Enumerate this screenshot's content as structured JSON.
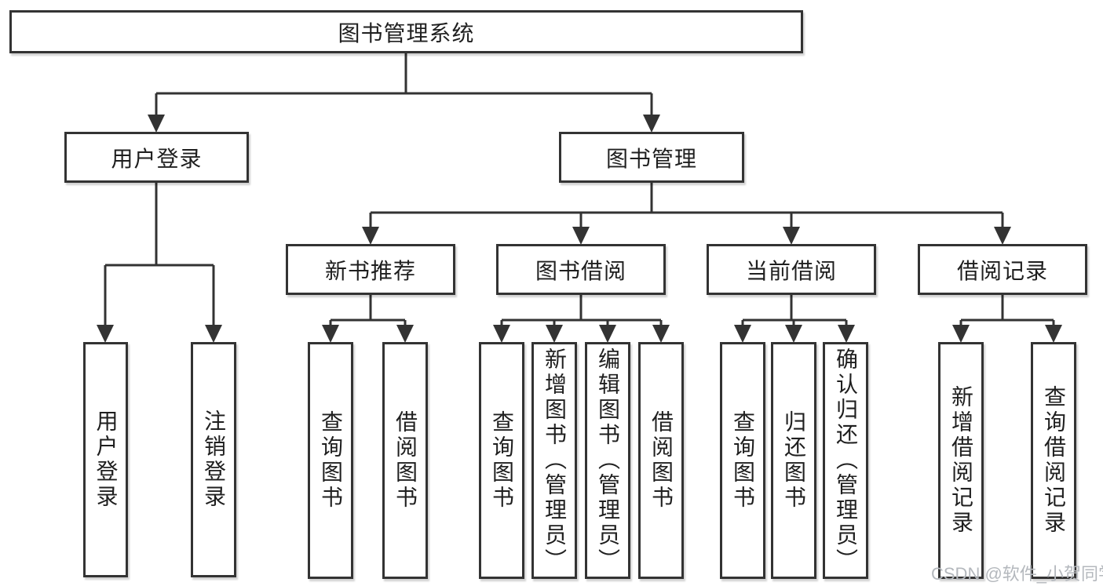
{
  "colors": {
    "line": "#333333",
    "box_border": "#333333",
    "text": "#1f1f1f",
    "background": "#ffffff",
    "watermark": "#b4b8bd"
  },
  "watermark": "CSDN @软件_小贺同学",
  "tree": {
    "root": {
      "label": "图书管理系统",
      "children": [
        {
          "label": "用户登录",
          "children": [
            {
              "label": "用户登录"
            },
            {
              "label": "注销登录"
            }
          ]
        },
        {
          "label": "图书管理",
          "children": [
            {
              "label": "新书推荐",
              "children": [
                {
                  "label": "查询图书"
                },
                {
                  "label": "借阅图书"
                }
              ]
            },
            {
              "label": "图书借阅",
              "children": [
                {
                  "label": "查询图书"
                },
                {
                  "label": "新增图书（管理员）"
                },
                {
                  "label": "编辑图书（管理员）"
                },
                {
                  "label": "借阅图书"
                }
              ]
            },
            {
              "label": "当前借阅",
              "children": [
                {
                  "label": "查询图书"
                },
                {
                  "label": "归还图书"
                },
                {
                  "label": "确认归还（管理员）"
                }
              ]
            },
            {
              "label": "借阅记录",
              "children": [
                {
                  "label": "新增借阅记录"
                },
                {
                  "label": "查询借阅记录"
                }
              ]
            }
          ]
        }
      ]
    }
  }
}
